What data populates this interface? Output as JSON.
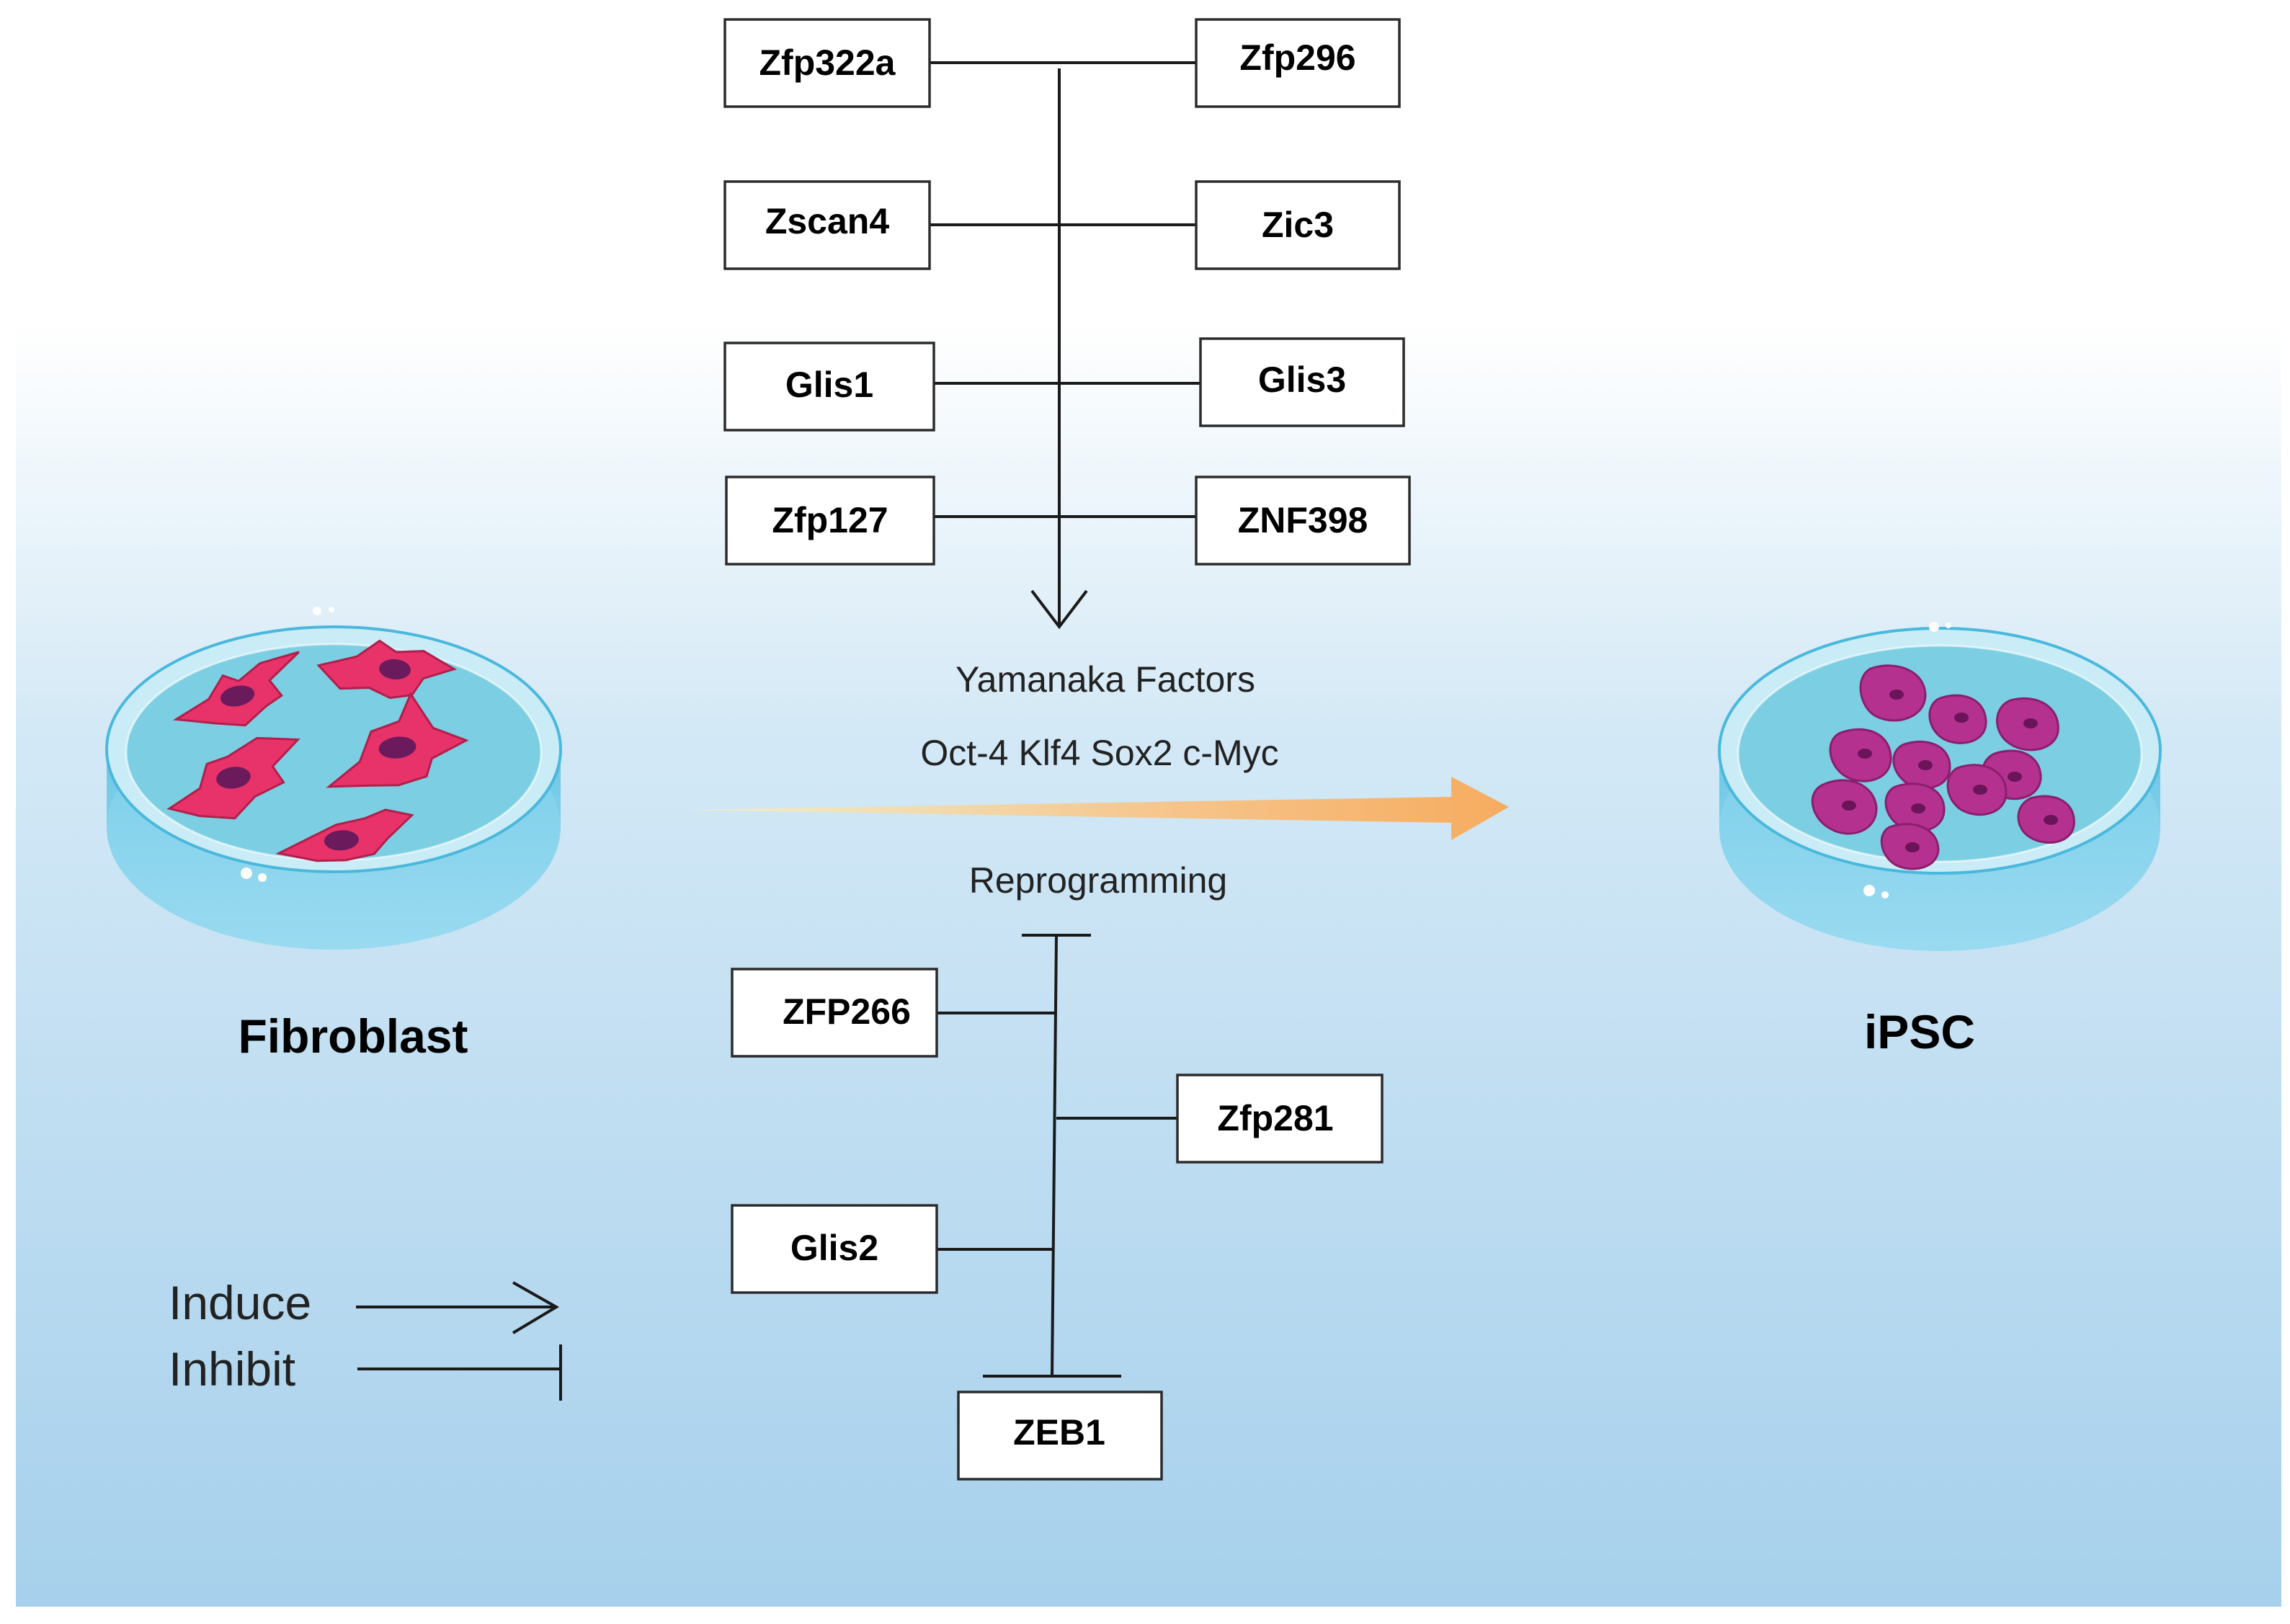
{
  "colors": {
    "background_top": "#ffffff",
    "background_bottom": "#a6d0ec",
    "fibroblast": "#e8336a",
    "fibroblast_nucleus": "#6b1b5c",
    "ipsc": "#b5318f",
    "dish_media": "#7ccfe2",
    "reprogramming_arrow": "#f6b26b"
  },
  "inducers": {
    "left": [
      "Zfp322a",
      "Zscan4",
      "Glis1",
      "Zfp127"
    ],
    "right": [
      "Zfp296",
      "Zic3",
      "Glis3",
      "ZNF398"
    ]
  },
  "inhibitors": {
    "left": [
      "ZFP266",
      "Glis2"
    ],
    "right": [
      "Zfp281"
    ],
    "bottom": "ZEB1"
  },
  "process": {
    "line1": "Yamanaka Factors",
    "line2": "Oct-4 Klf4 Sox2 c-Myc",
    "line3": "Reprogramming"
  },
  "cells": {
    "start": "Fibroblast",
    "end": "iPSC"
  },
  "legend": {
    "induce": "Induce",
    "inhibit": "Inhibit"
  }
}
